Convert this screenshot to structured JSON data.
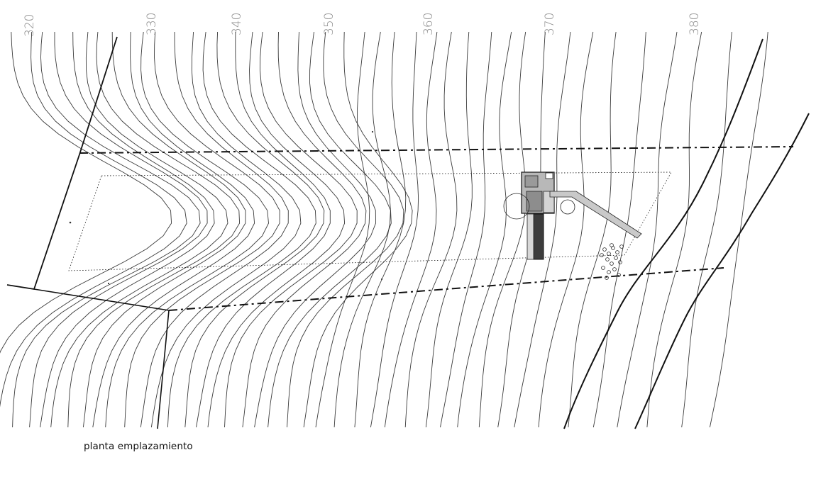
{
  "drawing": {
    "caption": "planta emplazamiento",
    "contour_labels": [
      "320",
      "330",
      "340",
      "350",
      "360",
      "370",
      "380"
    ]
  },
  "colors": {
    "line": "#3a3a3a",
    "label": "#8a8a8a",
    "building_fill": "#9a9a9a",
    "building_dark": "#3c3c3c"
  }
}
